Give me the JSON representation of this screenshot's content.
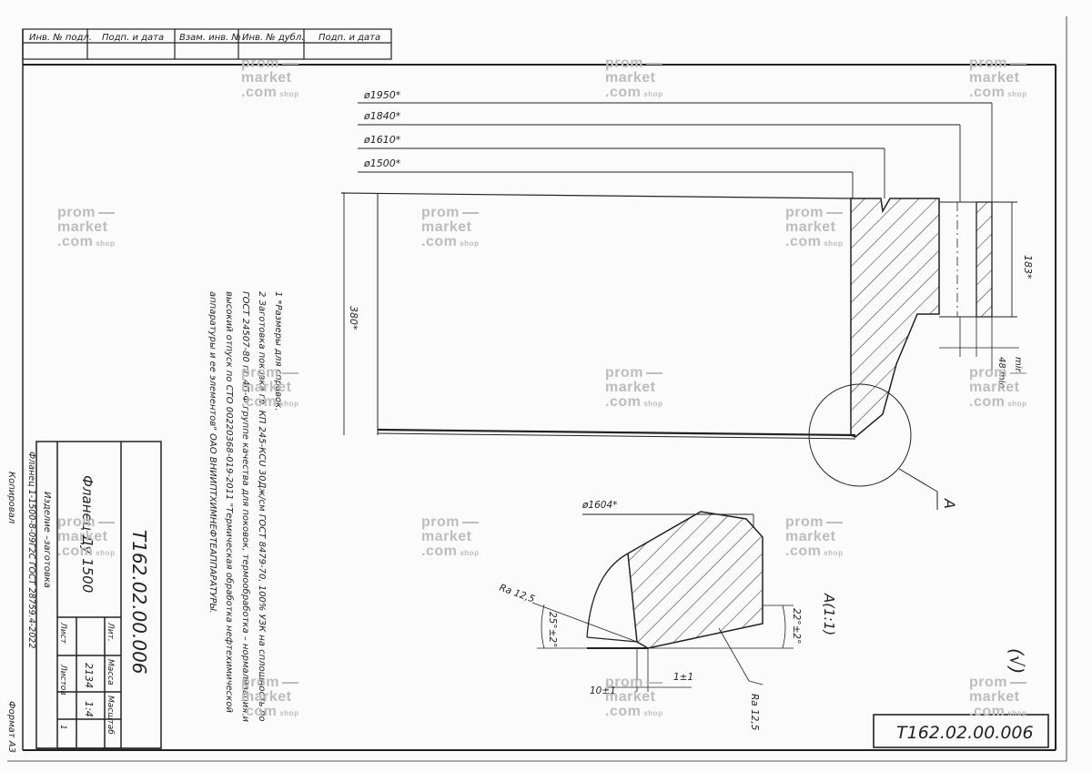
{
  "topTable": {
    "headers": [
      "Инв. № подл.",
      "Подп. и дата",
      "Взам. инв. №",
      "Инв. № дубл.",
      "Подп. и дата"
    ]
  },
  "dimensions": {
    "d1950": "ø1950*",
    "d1840": "ø1840*",
    "d1610": "ø1610*",
    "d1500": "ø1500*",
    "h380": "380*",
    "h183": "183*",
    "w48": "48 min",
    "d1604": "ø1604*",
    "ang22": "22°±2°",
    "ang25": "25°±2°",
    "ra125a": "Ra 12,5",
    "ra125b": "Ra 12,5",
    "tol10": "10±1",
    "tol1": "1±1",
    "wmin": "min"
  },
  "labels": {
    "viewA": "A",
    "section": "A(1:1)",
    "roughness": "(√)"
  },
  "notes": [
    "1  *Размеры для справок.",
    "2  Заготовка поковка гр. КП 245-КСU 30Дж/см  ГОСТ 8479-70, 100% УЗК на сплошность по",
    "ГОСТ 24507-80 по 4П-Ф группе качества для поковок, термообработка – нормализация и",
    "высокий отпуск по СТО 00220368-019-2011 \"Термическая обработка нефтехимической",
    "аппаратуры и ее элементов\" ОАО ВНИИПТХИМНЕФТЕАППАРАТУРЫ."
  ],
  "titleBlock": {
    "designation": "Т162.02.00.006",
    "name": "Фланец Ду 1500",
    "material1": "Изделие –заготовка",
    "material2": "Фланец 1-1500-8-09Г2С ГОСТ 28759.4-2022",
    "hdr_lit": "Лит.",
    "hdr_mass": "Масса",
    "hdr_scale": "Масштаб",
    "mass": "2134",
    "scale": "1:4",
    "sheet": "Лист",
    "sheets": "Листов",
    "sheets_num": "1"
  },
  "stamp": {
    "designation": "Т162.02.00.006"
  },
  "footer": {
    "copied": "Копировал",
    "format": "Формат    А3"
  },
  "watermark": {
    "line1": "prom",
    "line2": "market",
    "line3": "com",
    "shop": "shop"
  }
}
